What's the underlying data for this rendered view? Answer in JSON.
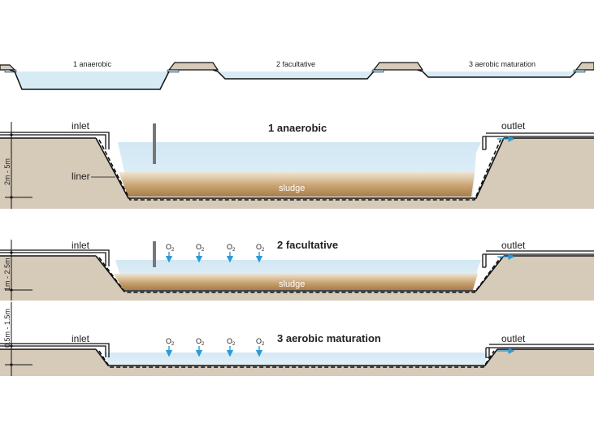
{
  "colors": {
    "ground": "#d6cab9",
    "water": "#d7ebf5",
    "sludge_dark": "#b08a58",
    "sludge_light": "#d2b48c",
    "liner": "#111111",
    "arrow": "#2b9ad6",
    "pipe": "#bcd7e6",
    "baffle": "#777777"
  },
  "overview": {
    "pond_labels": [
      "1 anaerobic",
      "2 facultative",
      "3 aerobic maturation"
    ]
  },
  "sections": [
    {
      "title": "1 anaerobic",
      "inlet": "inlet",
      "outlet": "outlet",
      "liner": "liner",
      "sludge": "sludge",
      "depth": "2m - 5m"
    },
    {
      "title": "2 facultative",
      "inlet": "inlet",
      "outlet": "outlet",
      "sludge": "sludge",
      "depth": "1m - 2.5m",
      "o2": [
        "O",
        "O",
        "O",
        "O"
      ],
      "o2_sub": "2"
    },
    {
      "title": "3 aerobic maturation",
      "inlet": "inlet",
      "outlet": "outlet",
      "depth": "0.5m - 1.5m",
      "o2": [
        "O",
        "O",
        "O",
        "O"
      ],
      "o2_sub": "2"
    }
  ]
}
